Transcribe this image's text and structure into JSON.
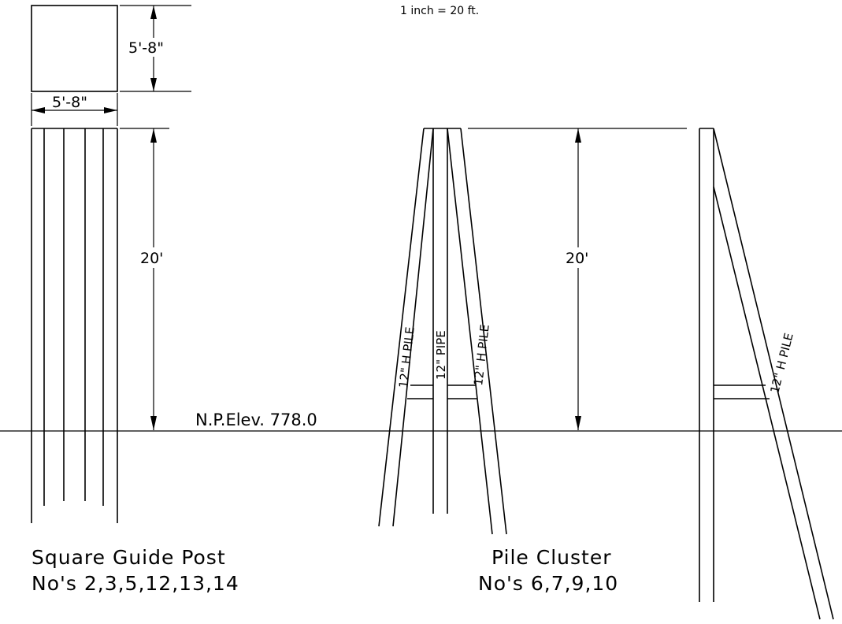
{
  "scale_note": "1 inch = 20 ft.",
  "square_post": {
    "height_dim": "5'-8\"",
    "width_dim": "5'-8\"",
    "length_dim": "20'",
    "caption_line1": "Square Guide Post",
    "caption_line2": "No's 2,3,5,12,13,14"
  },
  "water_level": {
    "label": "N.P.Elev.  778.0"
  },
  "pile_cluster": {
    "length_dim": "20'",
    "left_pile_label": "12\" H PILE",
    "center_pile_label": "12\" PIPE",
    "right_pile_label": "12\" H PILE",
    "side_pile_label": "12\" H PILE",
    "caption_line1": "Pile Cluster",
    "caption_line2": "No's 6,7,9,10"
  }
}
